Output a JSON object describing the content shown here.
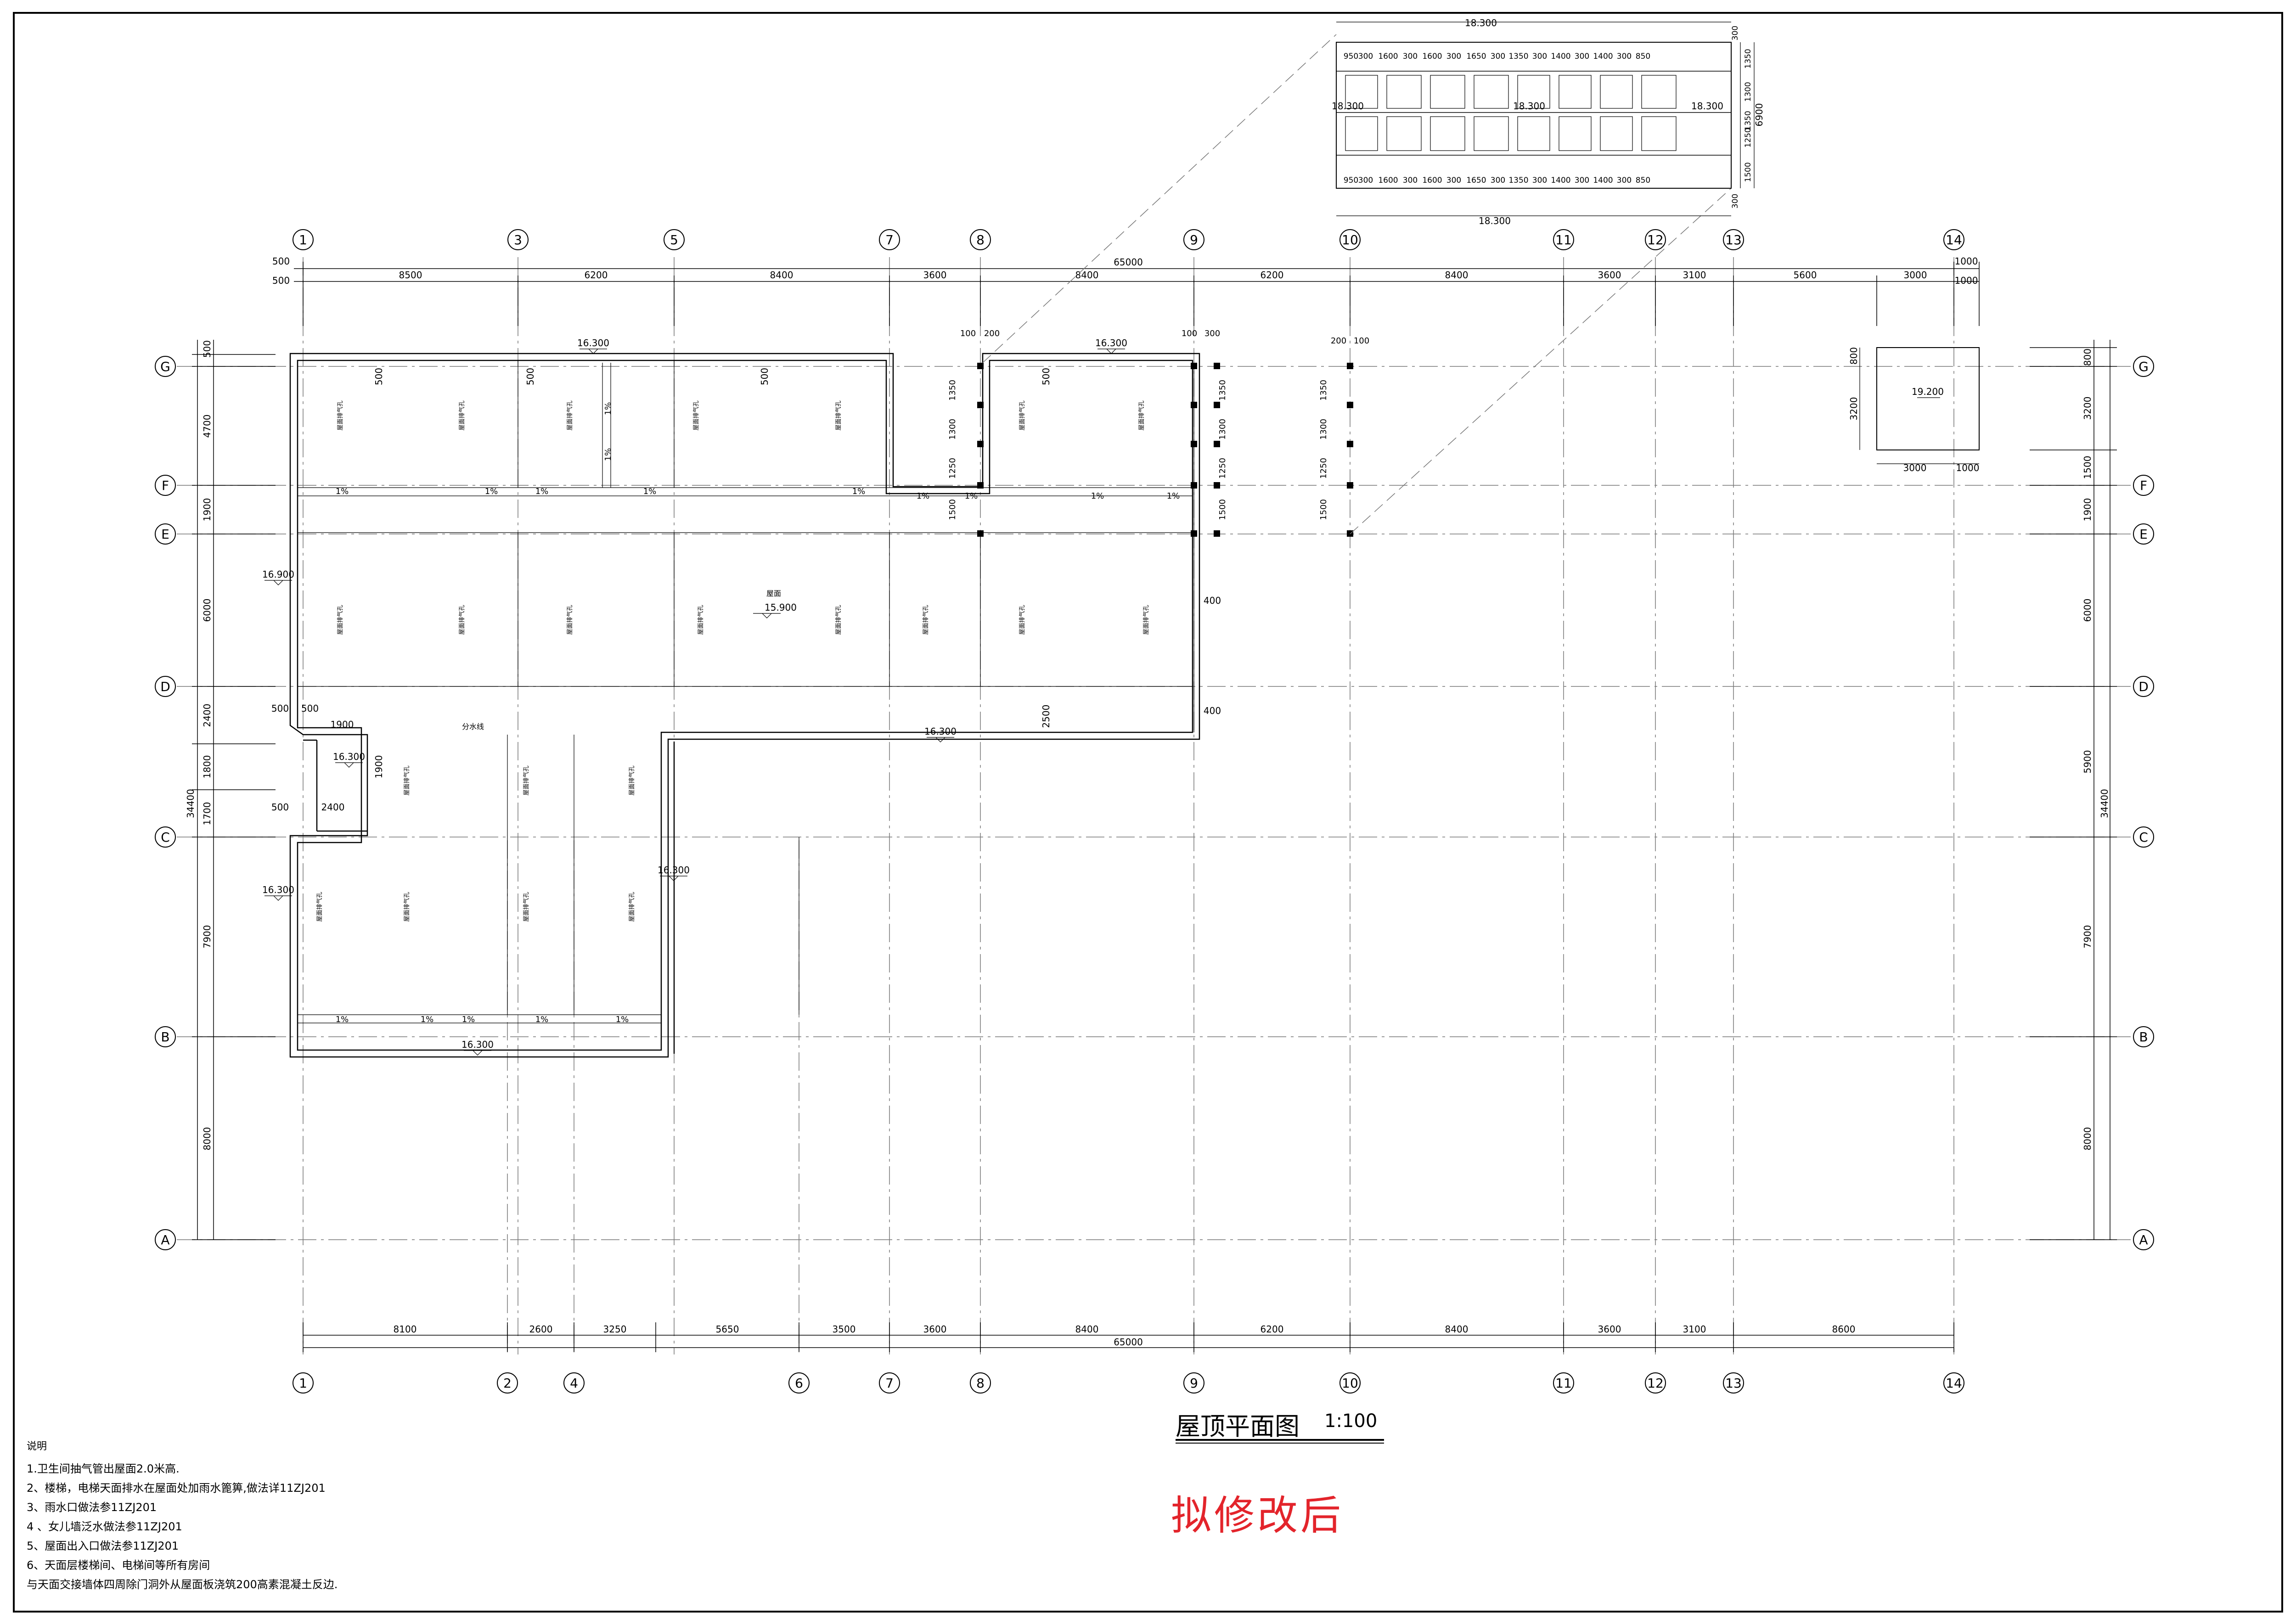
{
  "drawing": {
    "title": "屋顶平面图",
    "scale": "1:100",
    "stamp": "拟修改后",
    "colors": {
      "line": "#000000",
      "stamp": "#e3242b",
      "background": "#ffffff"
    }
  },
  "notes": {
    "title": "说明",
    "items": [
      "1.卫生间抽气管出屋面2.0米高.",
      "2、楼梯，电梯天面排水在屋面处加雨水篦箅,做法详11ZJ201",
      "3、雨水口做法参11ZJ201",
      "4 、女儿墙泛水做法参11ZJ201",
      "5、屋面出入口做法参11ZJ201",
      "6、天面层楼梯间、电梯间等所有房间",
      "与天面交接墙体四周除门洞外从屋面板浇筑200高素混凝土反边."
    ]
  },
  "axes": {
    "top": [
      "1",
      "3",
      "5",
      "7",
      "8",
      "9",
      "10",
      "11",
      "12",
      "13",
      "14"
    ],
    "bottom": [
      "1",
      "2",
      "4",
      "6",
      "7",
      "8",
      "9",
      "10",
      "11",
      "12",
      "13",
      "14"
    ],
    "rows": [
      "G",
      "F",
      "E",
      "D",
      "C",
      "B",
      "A"
    ]
  },
  "dims": {
    "top_overall": "65000",
    "top_segments": [
      "8500",
      "6200",
      "8400",
      "3600",
      "8400",
      "6200",
      "8400",
      "3600",
      "3100",
      "5600",
      "3000"
    ],
    "top_edge": [
      "500",
      "500",
      "1000",
      "1000"
    ],
    "bottom_segments": [
      "8100",
      "2600",
      "3250",
      "5650",
      "3500",
      "3600",
      "8400",
      "6200",
      "8400",
      "3600",
      "3100",
      "8600"
    ],
    "bottom_overall": "65000",
    "left_rows": [
      "500",
      "4700",
      "1900",
      "6000",
      "2400",
      "1800",
      "1700",
      "7900",
      "8000"
    ],
    "left_total": "34400",
    "right_rows": [
      "800",
      "3200",
      "1500",
      "1900",
      "6000",
      "5900",
      "7900",
      "8000"
    ],
    "right_total": "34400",
    "skylight_width": "3000",
    "skylight_right": "1000",
    "skylight_top": "800",
    "skylight_depth": "3200"
  },
  "detail": {
    "overall": "18.300",
    "row_dims": [
      "950",
      "300",
      "1600",
      "300",
      "1600",
      "300",
      "1650",
      "300",
      "1350",
      "300",
      "1400",
      "300",
      "1400",
      "300",
      "850"
    ],
    "side_dims": [
      "300",
      "1350",
      "1300",
      "1350",
      "1250",
      "1500",
      "300"
    ],
    "side_total": "6900",
    "bottom_total": "18.300",
    "levels": [
      "18.300",
      "18.300",
      "18.300"
    ]
  },
  "elevations": {
    "main_1": "16.300",
    "main_2": "16.300",
    "left_1": "16.900",
    "center": "15.900",
    "center_label": "屋面",
    "mid": "16.300",
    "small": "16.300",
    "lower_left": "16.300",
    "lower_right": "16.300",
    "bottom": "16.300",
    "skylight": "19.200"
  },
  "plan_labels": {
    "slope": "1%",
    "vent": "屋面排气孔",
    "divide": "分水线",
    "d500": "500",
    "d1900": "1900",
    "d2400": "2400",
    "d2500": "2500",
    "d400": "400",
    "d100": "100",
    "d200": "200",
    "d300": "300",
    "d1500": "1500",
    "d1250": "1250",
    "d1300": "1300",
    "d1350": "1350"
  }
}
